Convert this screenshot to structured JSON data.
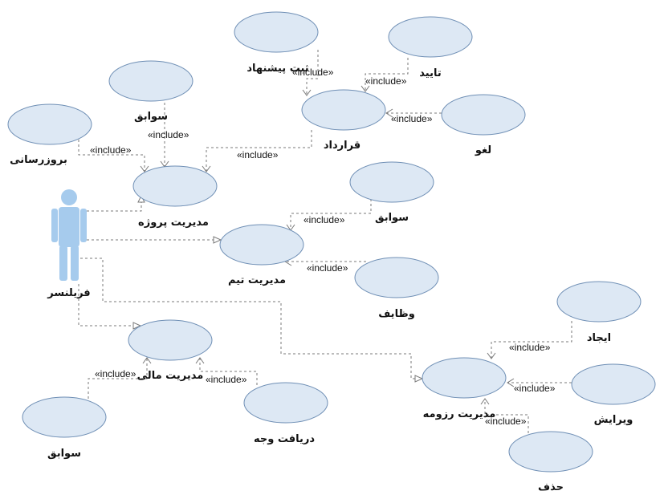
{
  "include_label": "«include»",
  "actor": {
    "label": "فریلنسر",
    "icon": "stick-figure-actor-icon",
    "color": "#a6cbed"
  },
  "use_cases": {
    "project_mgmt": "مدیریت پروژه",
    "update": "بروزرسانی",
    "history_project": "سوابق",
    "contract": "قرارداد",
    "proposal": "ثبت پیشنهاد",
    "confirm": "تایید",
    "cancel": "لغو",
    "team_mgmt": "مدیریت تیم",
    "history_team": "سوابق",
    "tasks": "وظایف",
    "financial_mgmt": "مدیریت مالی",
    "history_fin": "سوابق",
    "receive_payment": "دریافت وجه",
    "resume_mgmt": "مدیریت رزومه",
    "create": "ایجاد",
    "edit": "ویرایش",
    "delete": "حذف"
  },
  "colors": {
    "use_case_fill": "#dde8f4",
    "use_case_stroke": "#6f8fb5",
    "connector": "#7a7a7a"
  }
}
